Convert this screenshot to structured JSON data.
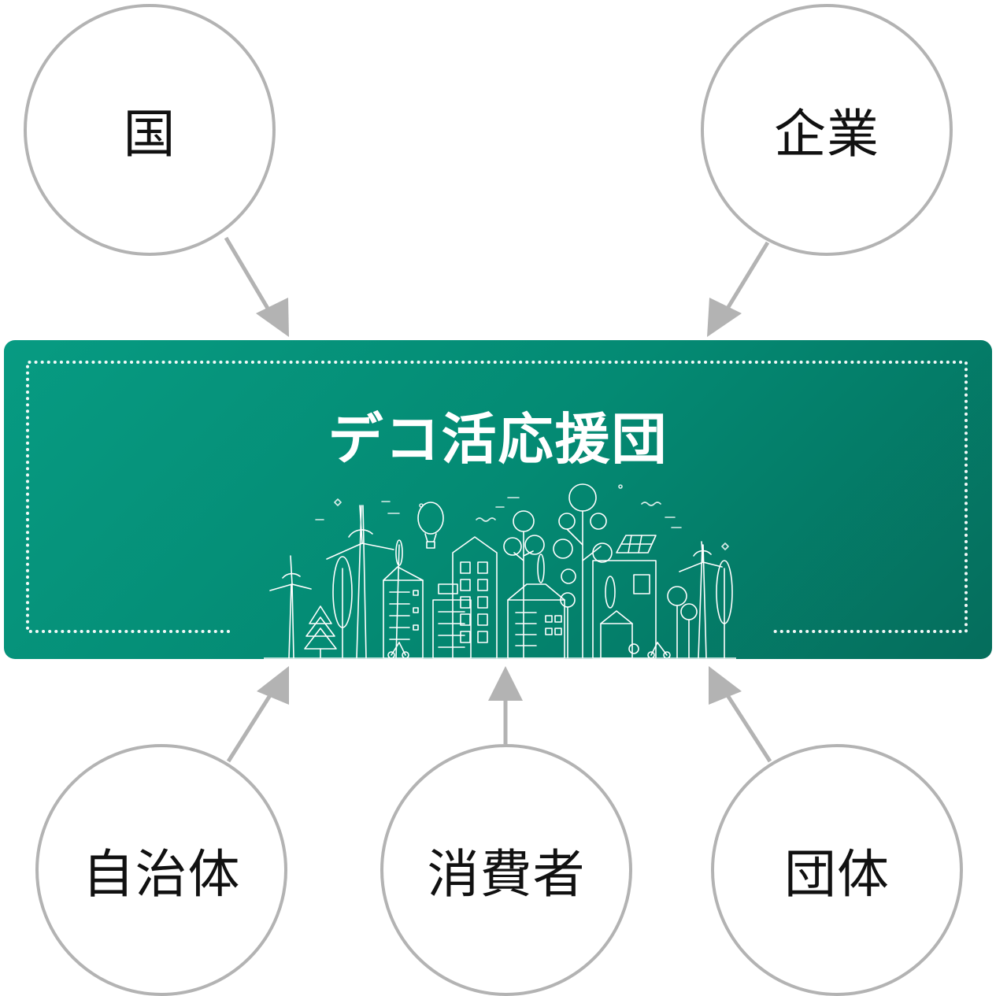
{
  "hub": {
    "title": "デコ活応援団"
  },
  "nodes": {
    "country": "国",
    "company": "企業",
    "local_government": "自治体",
    "consumer": "消費者",
    "group": "団体"
  },
  "colors": {
    "hub_green": "#048a73",
    "circle_border": "#b3b3b3",
    "arrow_gray": "#b3b3b3"
  }
}
